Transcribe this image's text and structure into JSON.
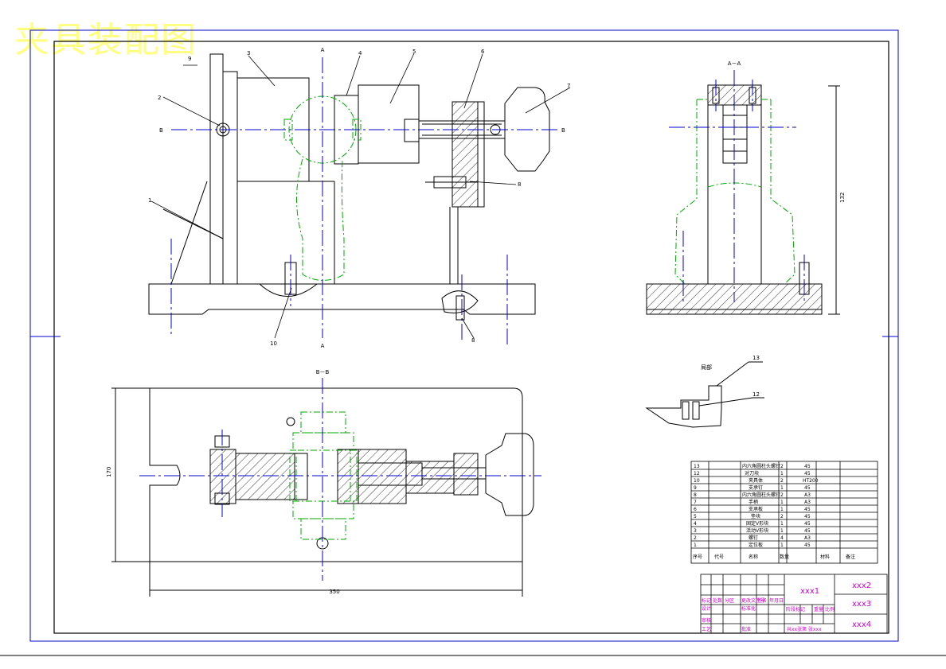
{
  "title": "夹具装配图",
  "colors": {
    "outline": "#000000",
    "center_line": "#0000cc",
    "phantom": "#00aa00",
    "magenta": "#cc00cc",
    "title_text": "#ffff80"
  },
  "front_view": {
    "section_mark_top": "A",
    "section_mark_bottom": "A",
    "cut_left": "B",
    "cut_right": "B",
    "callouts": [
      "1",
      "2",
      "3",
      "4",
      "5",
      "6",
      "7",
      "8",
      "9",
      "10"
    ],
    "callout_top_left": "9",
    "callout_bolt": "8"
  },
  "side_view": {
    "section_mark": "A－A",
    "dim_height": "132"
  },
  "section_view": {
    "label": "B－B",
    "dim_width": "350",
    "dim_height": "170"
  },
  "detail_view": {
    "label": "局部",
    "callouts": [
      "13",
      "12"
    ]
  },
  "parts_list": {
    "rows": [
      {
        "no": "13",
        "name": "内六角圆柱头螺钉",
        "qty": "2",
        "material": "45"
      },
      {
        "no": "12",
        "name": "对刀块",
        "qty": "1",
        "material": "45"
      },
      {
        "no": "10",
        "name": "夹具体",
        "qty": "2",
        "material": "HT200"
      },
      {
        "no": "9",
        "name": "支承钉",
        "qty": "1",
        "material": "45"
      },
      {
        "no": "8",
        "name": "内六角圆柱头螺钉",
        "qty": "2",
        "material": "A3"
      },
      {
        "no": "7",
        "name": "手柄",
        "qty": "1",
        "material": "A3"
      },
      {
        "no": "6",
        "name": "支承板",
        "qty": "1",
        "material": "45"
      },
      {
        "no": "5",
        "name": "垫块",
        "qty": "2",
        "material": "45"
      },
      {
        "no": "4",
        "name": "固定V形块",
        "qty": "1",
        "material": "45"
      },
      {
        "no": "3",
        "name": "活动V形块",
        "qty": "1",
        "material": "45"
      },
      {
        "no": "2",
        "name": "螺钉",
        "qty": "4",
        "material": "A3"
      },
      {
        "no": "1",
        "name": "定位板",
        "qty": "1",
        "material": "45"
      }
    ],
    "header": {
      "no": "序号",
      "code": "代号",
      "name": "名称",
      "qty": "数量",
      "material": "材料",
      "remark": "备注"
    }
  },
  "title_block": {
    "center": "xxx1",
    "right_top": "xxx2",
    "right_mid": "xxx3",
    "right_bottom": "xxx4",
    "labels": [
      "标记",
      "处数",
      "分区",
      "更改文件号",
      "签名",
      "年月日",
      "设计",
      "标准化",
      "审核",
      "工艺",
      "批准",
      "阶段标记",
      "重量",
      "比例"
    ],
    "sheet_text": "共xx张第  张xxx"
  }
}
